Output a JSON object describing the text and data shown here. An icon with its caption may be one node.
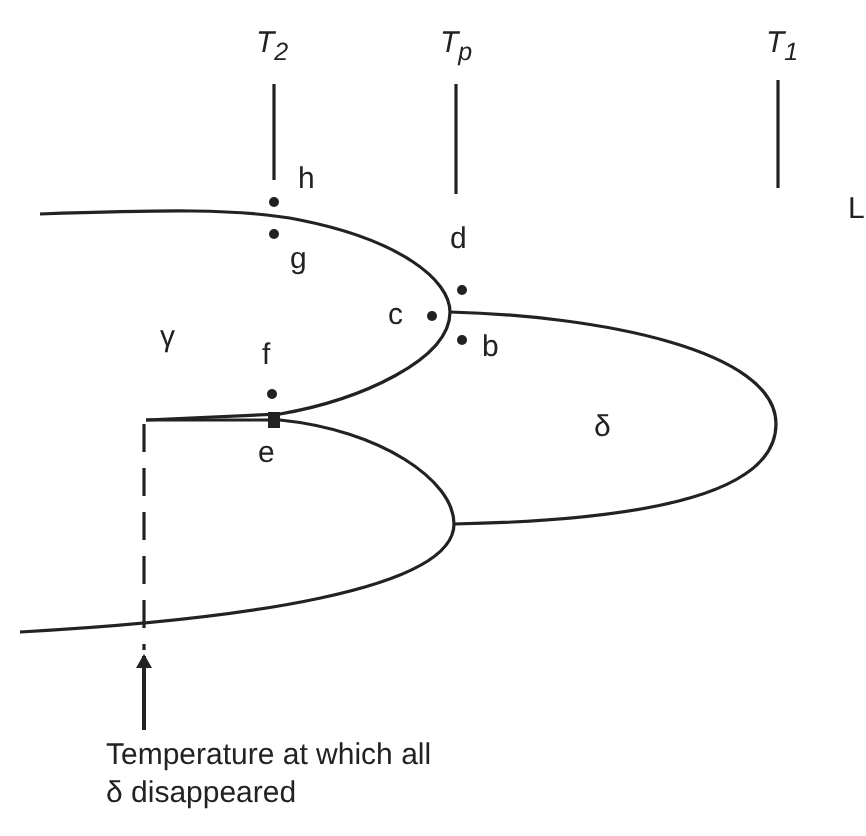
{
  "diagram": {
    "nodes": [
      {
        "text": [
          "Temperature at which all δ disappeared"
        ]
      },
      {
        "text": [],
        "shape": "line"
      }
    ],
    "edges": [
      {
        "from": 0,
        "to": 1,
        "arrow": "to"
      }
    ],
    "labels": [
      "T$_{2}$",
      "T$_{p}$",
      "T$_{1}$",
      "h",
      "L",
      "d",
      "g",
      "γ",
      "c",
      "b",
      "f",
      "δ",
      "e"
    ]
  }
}
